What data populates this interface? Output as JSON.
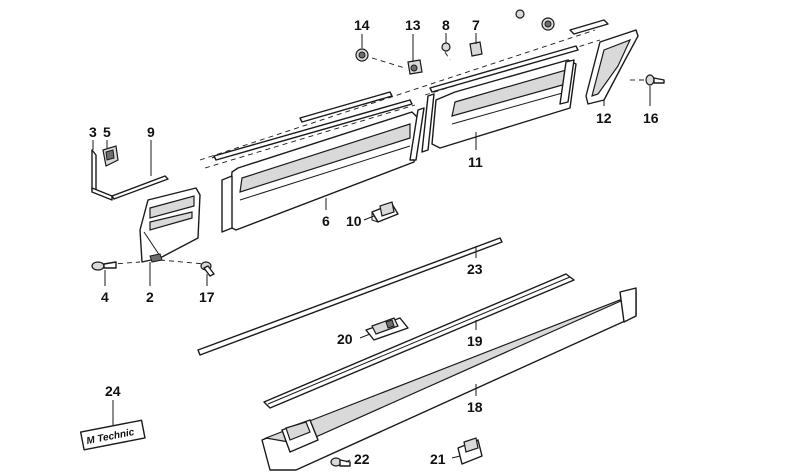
{
  "callouts": {
    "c1": "14",
    "c2": "13",
    "c3": "8",
    "c4": "7",
    "c5": "3",
    "c6": "5",
    "c7": "9",
    "c8": "12",
    "c9": "16",
    "c10": "11",
    "c11": "6",
    "c12": "10",
    "c13": "4",
    "c14": "2",
    "c15": "17",
    "c16": "23",
    "c17": "20",
    "c18": "19",
    "c19": "24",
    "c20": "18",
    "c21": "22",
    "c22": "21"
  },
  "badge": {
    "text": "M Technic"
  },
  "colors": {
    "line": "#1a1a1a",
    "background": "#ffffff"
  }
}
